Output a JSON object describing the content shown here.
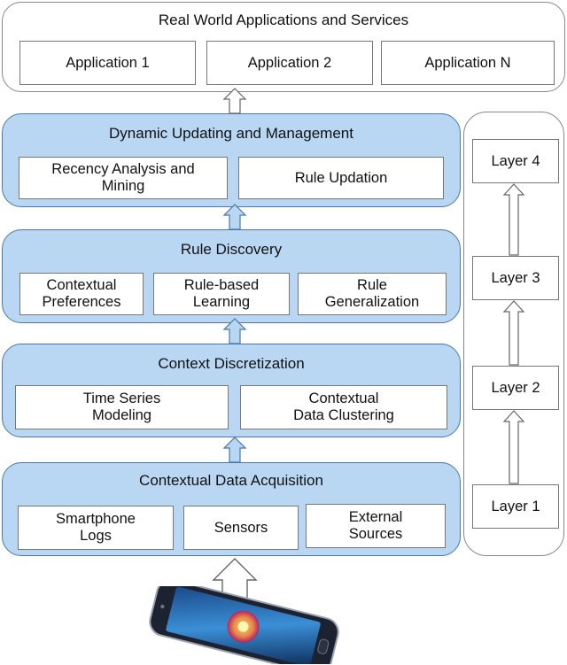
{
  "top": {
    "title": "Real World Applications and Services",
    "apps": [
      "Application 1",
      "Application 2",
      "Application N"
    ]
  },
  "dynamic": {
    "title": "Dynamic Updating and Management",
    "items": [
      "Recency Analysis and\nMining",
      "Rule Updation"
    ]
  },
  "rules": {
    "title": "Rule Discovery",
    "items": [
      "Contextual\nPreferences",
      "Rule-based\nLearning",
      "Rule\nGeneralization"
    ]
  },
  "discretization": {
    "title": "Context Discretization",
    "items": [
      "Time Series\nModeling",
      "Contextual\nData Clustering"
    ]
  },
  "acquisition": {
    "title": "Contextual Data Acquisition",
    "items": [
      "Smartphone\nLogs",
      "Sensors",
      "External\nSources"
    ]
  },
  "layers": [
    "Layer 4",
    "Layer 3",
    "Layer 2",
    "Layer 1"
  ],
  "device": {
    "icon": "smartphone-icon"
  },
  "colors": {
    "panel_fill": "#b9d7f3",
    "panel_border": "#4a78a8",
    "arrow_fill": "#b9d7f3"
  }
}
